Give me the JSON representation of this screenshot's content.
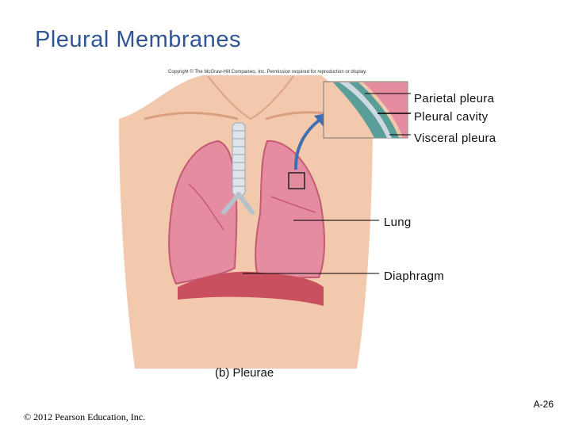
{
  "title": "Pleural Membranes",
  "copyright_notice": "Copyright © The McGraw-Hill Companies, Inc. Permission required for reproduction or display.",
  "labels": {
    "parietal": "Parietal pleura",
    "cavity": "Pleural cavity",
    "visceral": "Visceral pleura",
    "lung": "Lung",
    "diaphragm": "Diaphragm"
  },
  "caption": "(b) Pleurae",
  "page_number": "A-26",
  "footer": "© 2012 Pearson Education, Inc.",
  "colors": {
    "title": "#2f5597",
    "skin": "#f2c9ad",
    "lung": "#e58ca0",
    "pleura": "#5a9e99",
    "arrow": "#3e6fb0"
  }
}
